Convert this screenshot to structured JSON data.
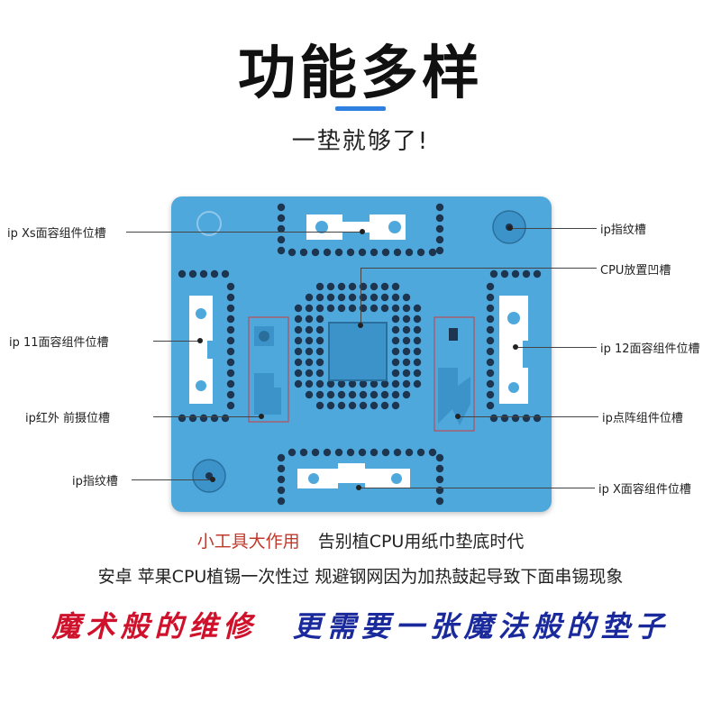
{
  "header": {
    "title": "功能多样",
    "subtitle": "一垫就够了!"
  },
  "mat": {
    "color": "#4fa8dc",
    "hole_color": "#1e3550",
    "slot_color": "#ffffff"
  },
  "callouts": {
    "left": [
      "ip Xs面容组件位槽",
      "ip 11面容组件位槽",
      "ip红外 前摄位槽",
      "ip指纹槽"
    ],
    "right": [
      "ip指纹槽",
      "CPU放置凹槽",
      "ip 12面容组件位槽",
      "ip点阵组件位槽",
      "ip X面容组件位槽"
    ]
  },
  "footer": {
    "line1_highlight": "小工具大作用",
    "line1_rest": "告别植CPU用纸巾垫底时代",
    "line2": "安卓  苹果CPU植锡一次性过   规避钢网因为加热鼓起导致下面串锡现象",
    "slogan_red": "魔术般的维修",
    "slogan_blue": "更需要一张魔法般的垫子"
  }
}
